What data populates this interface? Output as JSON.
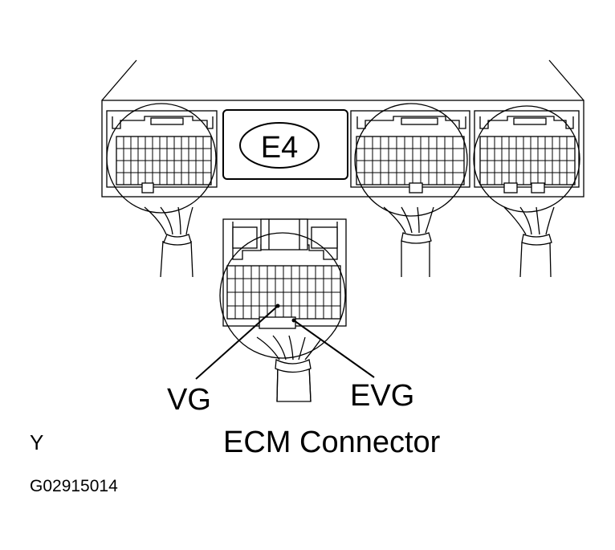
{
  "diagram": {
    "connector_code": "E4",
    "pin_labels": {
      "left": "VG",
      "right": "EVG"
    },
    "caption": "ECM Connector",
    "side_mark": "Y",
    "figure_id": "G02915014"
  },
  "colors": {
    "line": "#000000",
    "background": "#ffffff"
  }
}
